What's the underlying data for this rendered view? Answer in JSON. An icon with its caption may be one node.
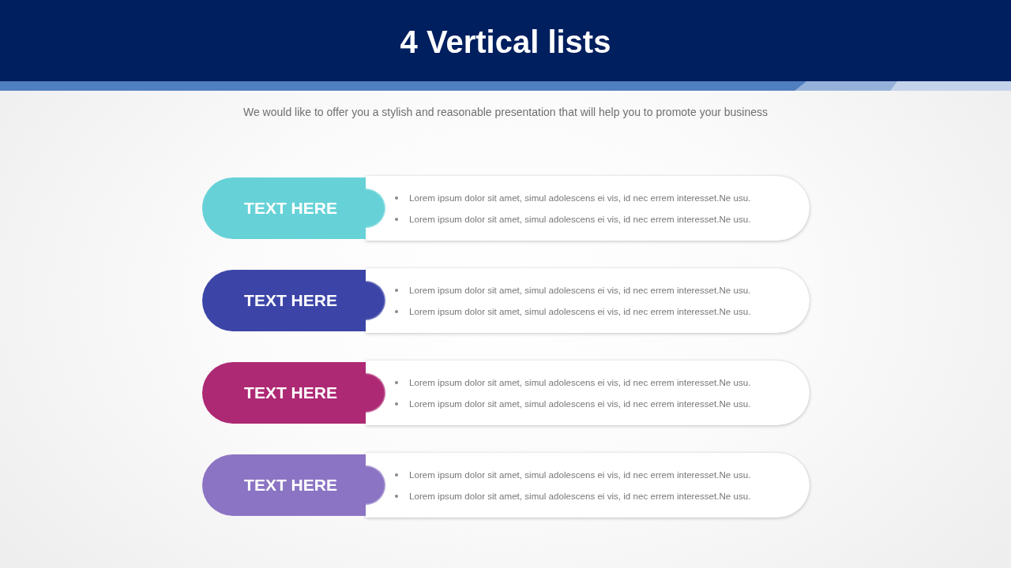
{
  "diagram": {
    "title": "4 Vertical lists",
    "nodes": [
      {
        "text": [
          "TEXT HERE"
        ]
      },
      {
        "text": [
          "Lorem ipsum dolor sit amet, simul adolescens ei vis, id nec errem interesset.Ne usu.",
          "Lorem ipsum dolor sit amet, simul adolescens ei vis, id nec errem interesset.Ne usu."
        ]
      },
      {
        "text": [
          "TEXT HERE"
        ]
      },
      {
        "text": [
          "Lorem ipsum dolor sit amet, simul adolescens ei vis, id nec errem interesset.Ne usu.",
          "Lorem ipsum dolor sit amet, simul adolescens ei vis, id nec errem interesset.Ne usu."
        ]
      },
      {
        "text": [
          "TEXT HERE"
        ]
      },
      {
        "text": [
          "Lorem ipsum dolor sit amet, simul adolescens ei vis, id nec errem interesset.Ne usu.",
          "Lorem ipsum dolor sit amet, simul adolescens ei vis, id nec errem interesset.Ne usu."
        ]
      },
      {
        "text": [
          "TEXT HERE"
        ]
      },
      {
        "text": [
          "Lorem ipsum dolor sit amet, simul adolescens ei vis, id nec errem interesset.Ne usu.",
          "Lorem ipsum dolor sit amet, simul adolescens ei vis, id nec errem interesset.Ne usu."
        ]
      }
    ],
    "labels": [
      "We would like to offer you a stylish and reasonable presentation that will help you to promote your business"
    ]
  }
}
